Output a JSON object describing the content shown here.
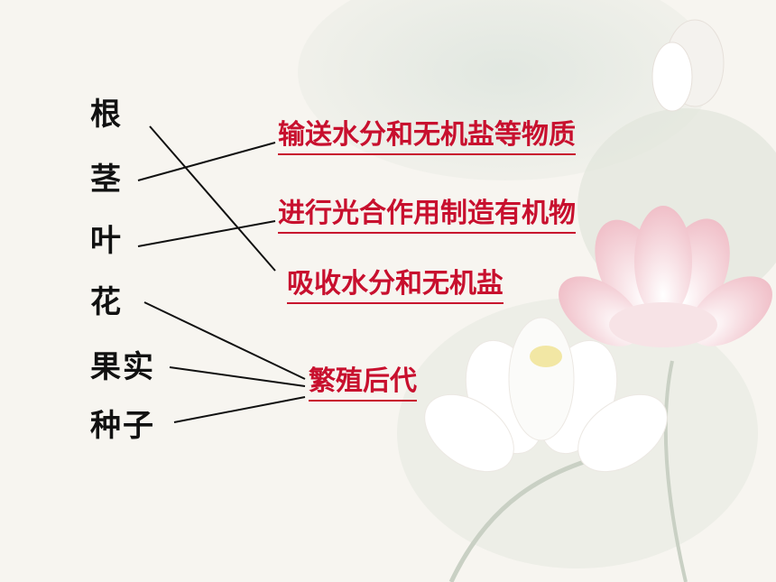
{
  "organs": [
    "根",
    "茎",
    "叶",
    "花",
    "果实",
    "种子"
  ],
  "functions": [
    "输送水分和无机盐等物质",
    "进行光合作用制造有机物",
    "吸收水分和无机盐",
    "繁殖后代"
  ],
  "colors": {
    "organ_text": "#111111",
    "function_text": "#c8102e",
    "line": "#111111"
  }
}
